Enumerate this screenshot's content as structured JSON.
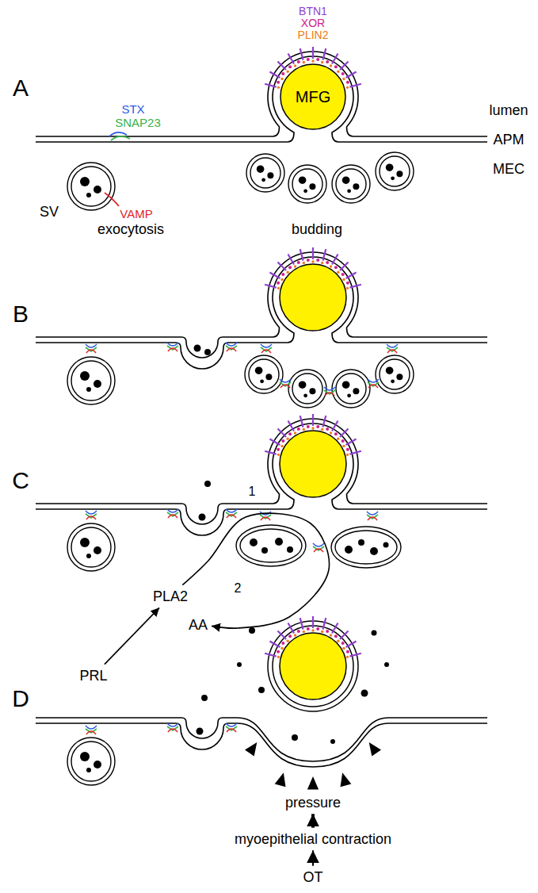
{
  "diagram": {
    "nodes": [
      {
        "text": [
          "MFG"
        ]
      },
      {
        "text": [
          "PLA2"
        ]
      },
      {
        "text": [
          "AA"
        ]
      },
      {
        "text": [
          "PRL"
        ]
      },
      {
        "text": [
          "pressure"
        ]
      },
      {
        "text": [
          "myoepithelial contraction"
        ]
      },
      {
        "text": [
          "OT"
        ]
      }
    ],
    "edges": [
      {
        "from": 3,
        "to": 1,
        "arrow": "to"
      },
      {
        "from": 1,
        "to": 2,
        "arrow": "to"
      },
      {
        "from": 5,
        "to": 4,
        "arrow": "to"
      },
      {
        "from": 6,
        "to": 5,
        "arrow": "to"
      }
    ],
    "labels": [
      "BTN1",
      "XOR",
      "PLIN2",
      "A",
      "lumen",
      "APM",
      "MEC",
      "STX",
      "SNAP23",
      "SV",
      "VAMP",
      "exocytosis",
      "budding",
      "B",
      "C",
      "1",
      "2",
      "D"
    ]
  }
}
